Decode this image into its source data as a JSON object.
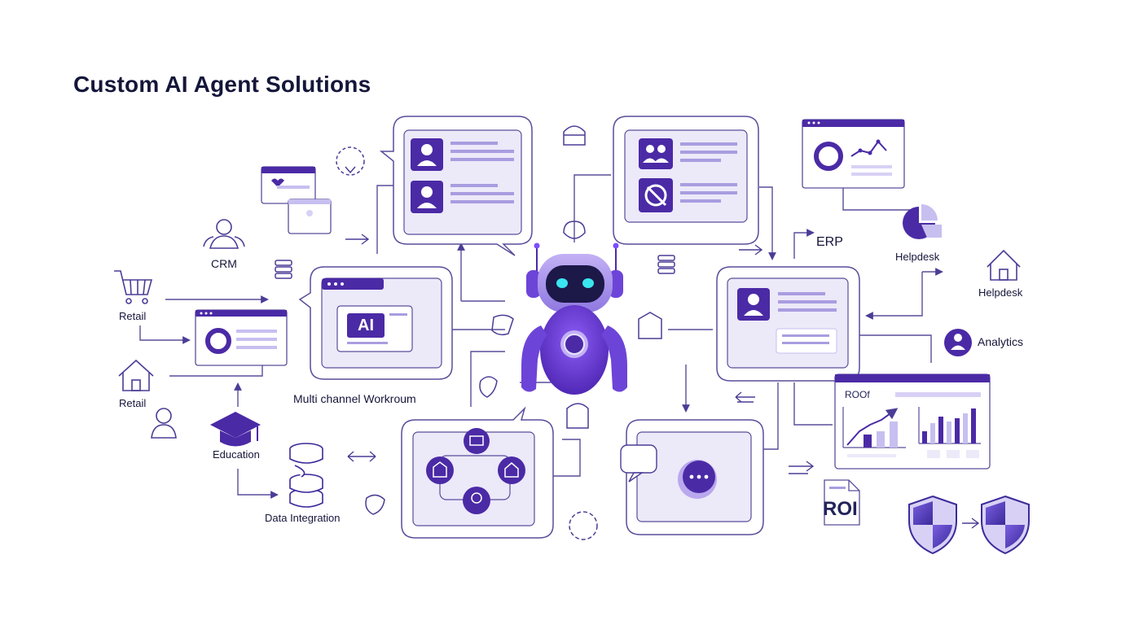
{
  "title": "Custom AI Agent Solutions",
  "labels": {
    "crm": "CRM",
    "retail_1": "Retail",
    "retail_2": "Retail",
    "education": "Education",
    "data_integration": "Data Integration",
    "multi_channel": "Multi channel Workroum",
    "erp": "ERP",
    "helpdesk_1": "Helpdesk",
    "helpdesk_2": "Helpdesk",
    "analytics": "Analytics",
    "roi_panel": "ROOf",
    "roi_doc": "ROI",
    "ai_badge": "AI"
  },
  "colors": {
    "primary": "#4b2aa6",
    "accent": "#7c4dff",
    "light": "#ece9f9",
    "line": "#5a4d9a",
    "eyes": "#39e6f0"
  },
  "icons": [
    "shopping-cart-icon",
    "house-icon",
    "user-icon",
    "users-icon",
    "graduation-cap-icon",
    "database-icon",
    "robot-icon",
    "shield-icon",
    "chat-bubble-icon",
    "pie-chart-icon",
    "bar-chart-icon",
    "line-chart-icon"
  ]
}
